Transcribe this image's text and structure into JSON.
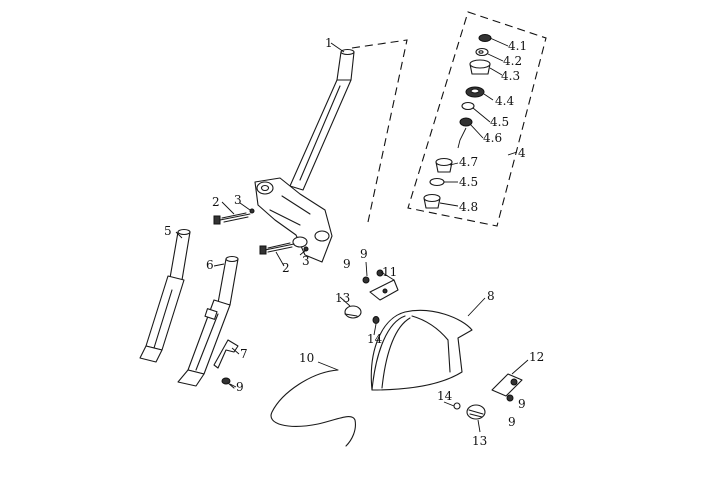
{
  "callouts": {
    "c1": "1",
    "c2a": "2",
    "c2b": "2",
    "c3a": "3",
    "c3b": "3",
    "c4": "4",
    "c41": "4.1",
    "c42": "4.2",
    "c43": "4.3",
    "c44": "4.4",
    "c45a": "4.5",
    "c46": "4.6",
    "c47": "4.7",
    "c45b": "4.5",
    "c48": "4.8",
    "c5": "5",
    "c6": "6",
    "c7": "7",
    "c8": "8",
    "c9a": "9",
    "c9b": "9",
    "c9c": "9",
    "c9d": "9",
    "c9e": "9",
    "c10": "10",
    "c11": "11",
    "c12": "12",
    "c13a": "13",
    "c13b": "13",
    "c14a": "14",
    "c14b": "14"
  },
  "colors": {
    "line": "#1a1a1a",
    "background": "#ffffff"
  }
}
